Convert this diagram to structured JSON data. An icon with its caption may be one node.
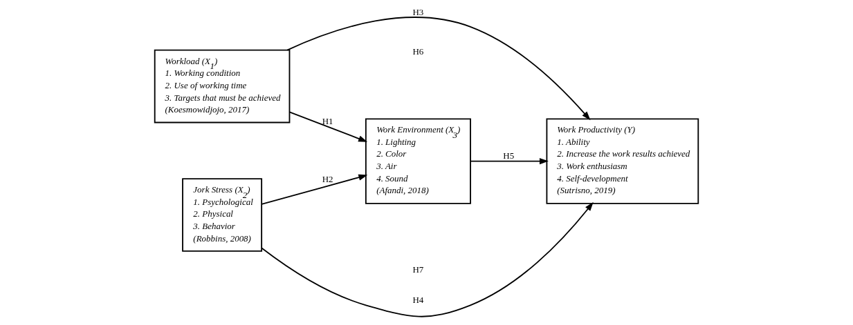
{
  "diagram": {
    "nodes": [
      {
        "text": [
          "Workload (X$_{1}$)",
          "1. Working condition",
          "2. Use of working time",
          "3. Targets that must be achieved",
          "(Koesmowidjojo, 2017)"
        ]
      },
      {
        "text": [
          "Jork Stress (X$_{2}$)",
          "1. Psychological",
          "2. Physical",
          "3. Behavior",
          "(Robbins, 2008)"
        ]
      },
      {
        "text": [
          "Work Environment (X$_{3}$)",
          "1. Lighting",
          "2. Color",
          "3. Air",
          "4. Sound",
          "(Afandi, 2018)"
        ]
      },
      {
        "text": [
          "Work Productivity (Y)",
          "1. Ability",
          "2. Increase the work results achieved",
          "3. Work enthusiasm",
          "4. Self-development",
          "(Sutrisno, 2019)"
        ]
      }
    ],
    "edges": [
      {
        "from": 0,
        "to": 2,
        "arrow": "to",
        "label": "H1"
      },
      {
        "from": 1,
        "to": 2,
        "arrow": "to",
        "label": "H2"
      },
      {
        "from": 0,
        "to": 3,
        "arrow": "to",
        "label": "H3"
      },
      {
        "from": 1,
        "to": 3,
        "arrow": "to",
        "label": "H4"
      },
      {
        "from": 2,
        "to": 3,
        "arrow": "to",
        "label": "H5"
      }
    ],
    "labels": [
      "H6",
      "H7"
    ]
  }
}
